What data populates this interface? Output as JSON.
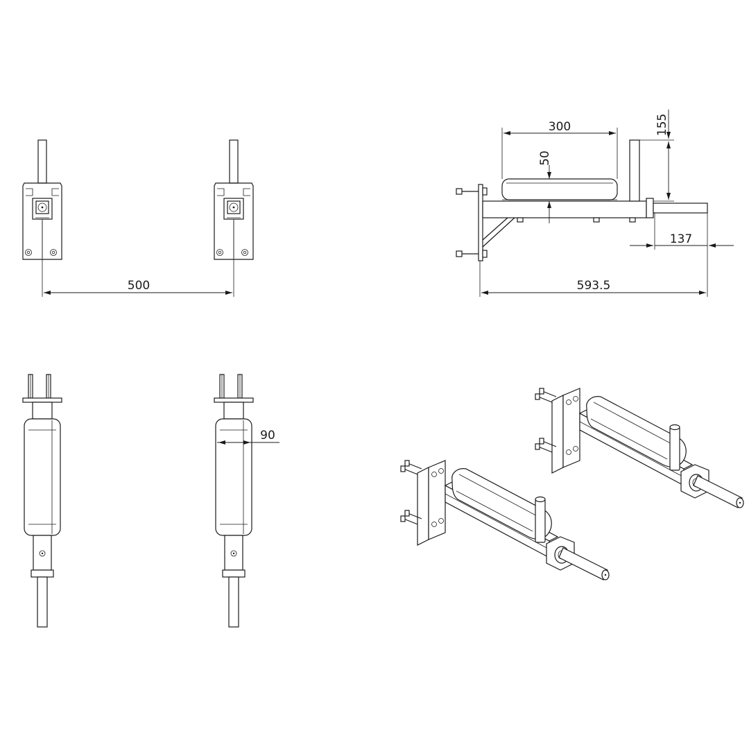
{
  "drawing": {
    "dimensions": {
      "front_spacing": "500",
      "pad_length": "300",
      "pad_height": "50",
      "handle_height": "155",
      "handle_extension": "137",
      "overall_depth": "593.5",
      "pad_width": "90"
    },
    "colors": {
      "line": "#1a1a1a",
      "background": "#ffffff"
    }
  }
}
